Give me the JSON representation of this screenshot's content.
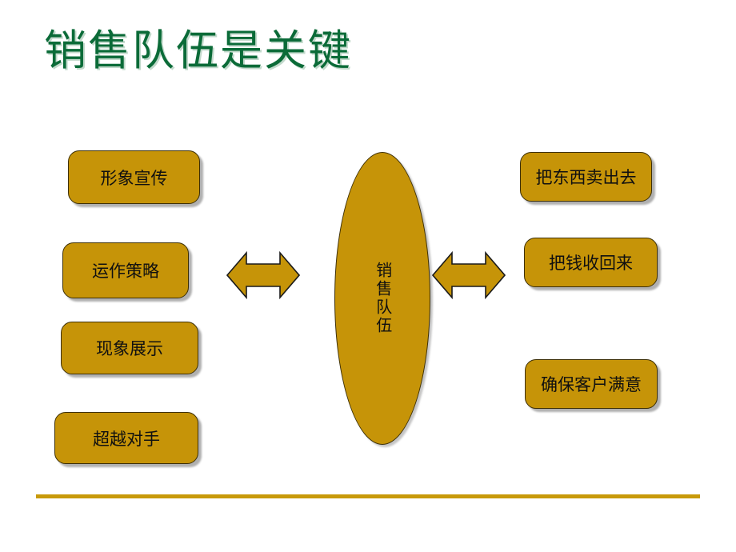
{
  "slide": {
    "title": "销售队伍是关键",
    "title_color": "#0b6b38",
    "background_color": "#ffffff",
    "accent_color": "#c69408",
    "rule_color": "#c89a0a",
    "outline_color": "#3d2f05"
  },
  "center": {
    "label": "销售队伍",
    "shape": "ellipse"
  },
  "left_items": [
    {
      "label": "形象宣传"
    },
    {
      "label": "运作策略"
    },
    {
      "label": "现象展示"
    },
    {
      "label": "超越对手"
    }
  ],
  "right_items": [
    {
      "label": "把东西卖出去"
    },
    {
      "label": "把钱收回来"
    },
    {
      "label": "确保客户满意"
    }
  ],
  "connectors": [
    {
      "name": "left-double-arrow",
      "direction": "bidirectional"
    },
    {
      "name": "right-double-arrow",
      "direction": "bidirectional"
    }
  ]
}
